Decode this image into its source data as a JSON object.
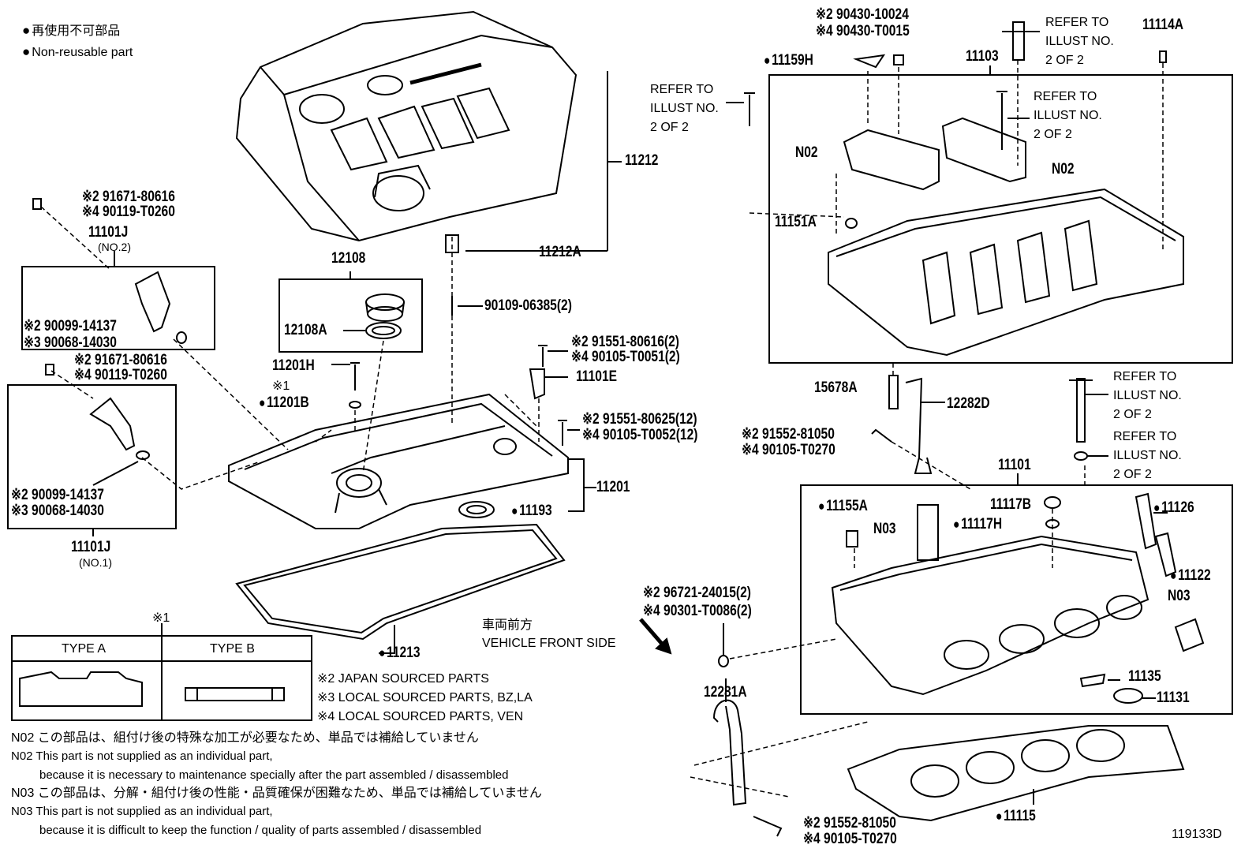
{
  "legend": {
    "jp": "再使用不可部品",
    "en": "Non-reusable part"
  },
  "diagram_id": "119133D",
  "parts": {
    "p11212": "11212",
    "p11212A": "11212A",
    "p90109": "90109-06385(2)",
    "p12108": "12108",
    "p12108A": "12108A",
    "p11201H": "11201H",
    "mark1": "※1",
    "p11201B": "11201B",
    "p11101E": "11101E",
    "p11201": "11201",
    "p11193": "11193",
    "p11213": "11213",
    "p91671a_1": "※2 91671-80616",
    "p90119a_1": "※4 90119-T0260",
    "p11101J_2": "11101J",
    "no2": "(NO.2)",
    "p90099a": "※2 90099-14137",
    "p90068a": "※3 90068-14030",
    "p91671b_1": "※2 91671-80616",
    "p90119b_1": "※4 90119-T0260",
    "p90099b": "※2 90099-14137",
    "p90068b": "※3 90068-14030",
    "p11101J_1": "11101J",
    "no1": "(NO.1)",
    "p91551a": "※2 91551-80616(2)",
    "p90105a": "※4 90105-T0051(2)",
    "p91551b": "※2 91551-80625(12)",
    "p90105b": "※4 90105-T0052(12)",
    "p90430a": "※2 90430-10024",
    "p90430b": "※4 90430-T0015",
    "p11159H": "11159H",
    "p11103": "11103",
    "p11114A": "11114A",
    "refer1a": "REFER TO",
    "refer1b": "ILLUST NO.",
    "refer1c": "2 OF 2",
    "refer2a": "REFER TO",
    "refer2b": "ILLUST NO.",
    "refer2c": "2 OF 2",
    "refer3a": "REFER TO",
    "refer3b": "ILLUST NO.",
    "refer3c": "2 OF 2",
    "refer4a": "REFER TO",
    "refer4b": "ILLUST NO.",
    "refer4c": "2 OF 2",
    "refer5a": "REFER TO",
    "refer5b": "ILLUST NO.",
    "refer5c": "2 OF 2",
    "n02a": "N02",
    "n02b": "N02",
    "p11151A": "11151A",
    "p15678A": "15678A",
    "p12282D": "12282D",
    "p91552a": "※2 91552-81050",
    "p90105c": "※4 90105-T0270",
    "p11101": "11101",
    "p11155A": "11155A",
    "n03a": "N03",
    "p11117B": "11117B",
    "p11117H": "11117H",
    "p11126": "11126",
    "p11122": "11122",
    "n03b": "N03",
    "p96721": "※2 96721-24015(2)",
    "p90301": "※4 90301-T0086(2)",
    "p11135": "11135",
    "p11131": "11131",
    "p12281A": "12281A",
    "p11115": "11115",
    "p91552b": "※2 91552-81050",
    "p90105d": "※4 90105-T0270"
  },
  "front": {
    "jp": "車両前方",
    "en": "VEHICLE FRONT SIDE"
  },
  "types": {
    "mark": "※1",
    "a": "TYPE A",
    "b": "TYPE B"
  },
  "notes": {
    "n2": "※2 JAPAN SOURCED PARTS",
    "n3": "※3 LOCAL SOURCED PARTS, BZ,LA",
    "n4": "※4 LOCAL SOURCED PARTS, VEN",
    "n02jp": "N02 この部品は、組付け後の特殊な加工が必要なため、単品では補給していません",
    "n02en1": "N02 This part is not supplied as an individual part,",
    "n02en2": "because it is necessary to maintenance specially after the part assembled / disassembled",
    "n03jp": "N03 この部品は、分解・組付け後の性能・品質確保が困難なため、単品では補給していません",
    "n03en1": "N03 This part is not supplied as an individual part,",
    "n03en2": "because it is difficult to keep the function / quality of parts assembled / disassembled"
  }
}
